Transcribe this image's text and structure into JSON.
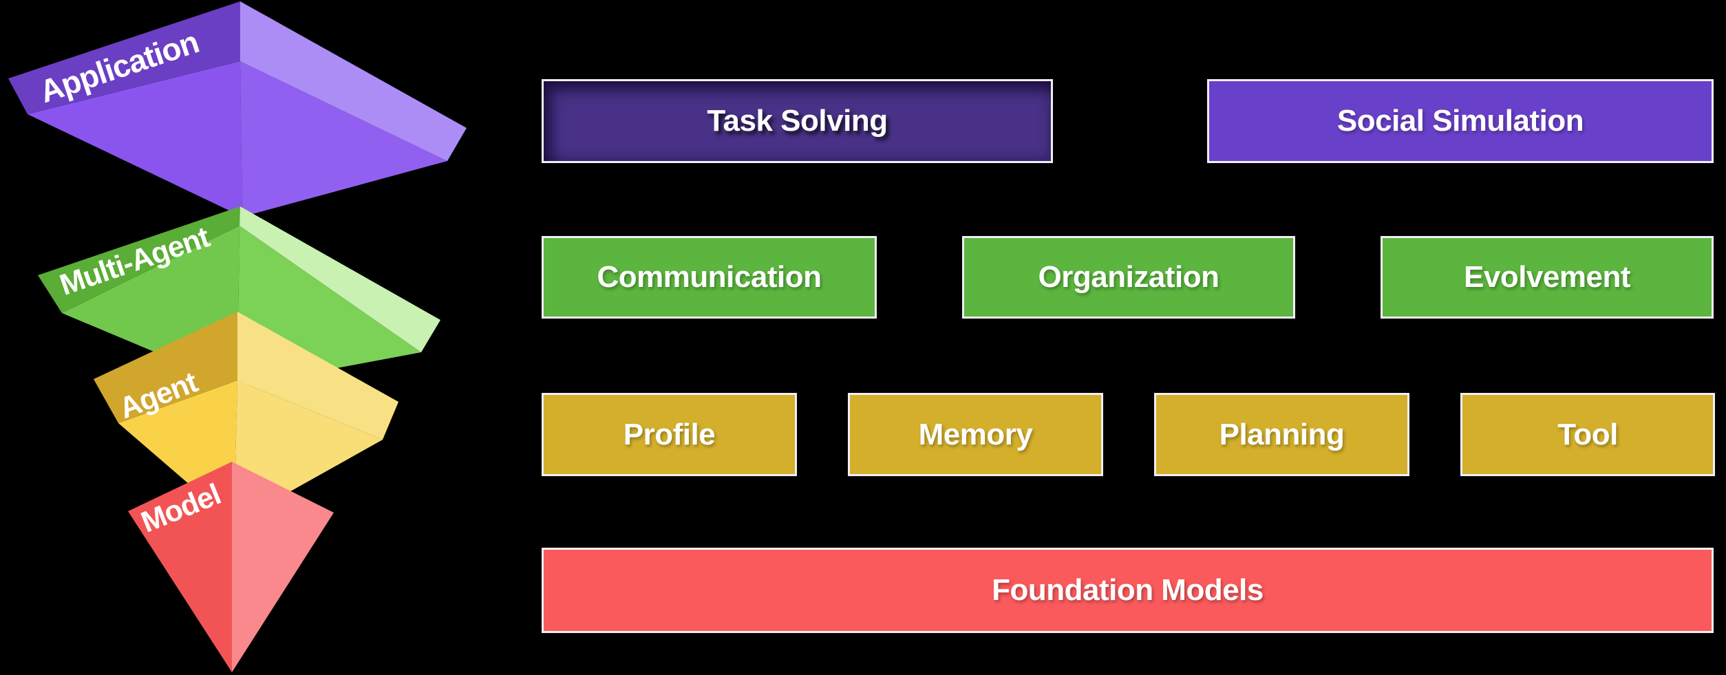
{
  "canvas": {
    "background": "#000000",
    "text_color": "#FFFFFF"
  },
  "pyramid": {
    "layers": [
      {
        "label": "Application",
        "dark_face": "#6A3FC4",
        "light_face": "#AC8DF6",
        "front_left": "#8A55EE",
        "front_right": "#9260F0"
      },
      {
        "label": "Multi-Agent",
        "dark_face": "#5AAD36",
        "light_face": "#C9F1B1",
        "front_left": "#72C84C",
        "front_right": "#7CD157"
      },
      {
        "label": "Agent",
        "dark_face": "#D0A62D",
        "light_face": "#F8E184",
        "front_left": "#FAD24A",
        "front_right": "#F9DD76"
      },
      {
        "label": "Model",
        "front_left": "#F25455",
        "front_right": "#F9898C"
      }
    ]
  },
  "rows": [
    {
      "name": "application-row",
      "boxes": [
        {
          "label": "Task Solving",
          "fill": "#483186",
          "border": "#F1EEF7"
        },
        {
          "label": "Social Simulation",
          "fill": "#6940C9",
          "border": "#F1EEF7"
        }
      ]
    },
    {
      "name": "multi-agent-row",
      "boxes": [
        {
          "label": "Communication",
          "fill": "#5BB53E",
          "border": "#F1EEF7"
        },
        {
          "label": "Organization",
          "fill": "#5BB53E",
          "border": "#F1EEF7"
        },
        {
          "label": "Evolvement",
          "fill": "#5BB53E",
          "border": "#F1EEF7"
        }
      ]
    },
    {
      "name": "agent-row",
      "boxes": [
        {
          "label": "Profile",
          "fill": "#D3AF2B",
          "border": "#F1EEF7"
        },
        {
          "label": "Memory",
          "fill": "#D3AF2B",
          "border": "#F1EEF7"
        },
        {
          "label": "Planning",
          "fill": "#D3AF2B",
          "border": "#F1EEF7"
        },
        {
          "label": "Tool",
          "fill": "#D3AF2B",
          "border": "#F1EEF7"
        }
      ]
    },
    {
      "name": "model-row",
      "boxes": [
        {
          "label": "Foundation Models",
          "fill": "#FB5A5C",
          "border": "#F1EEF7"
        }
      ]
    }
  ]
}
